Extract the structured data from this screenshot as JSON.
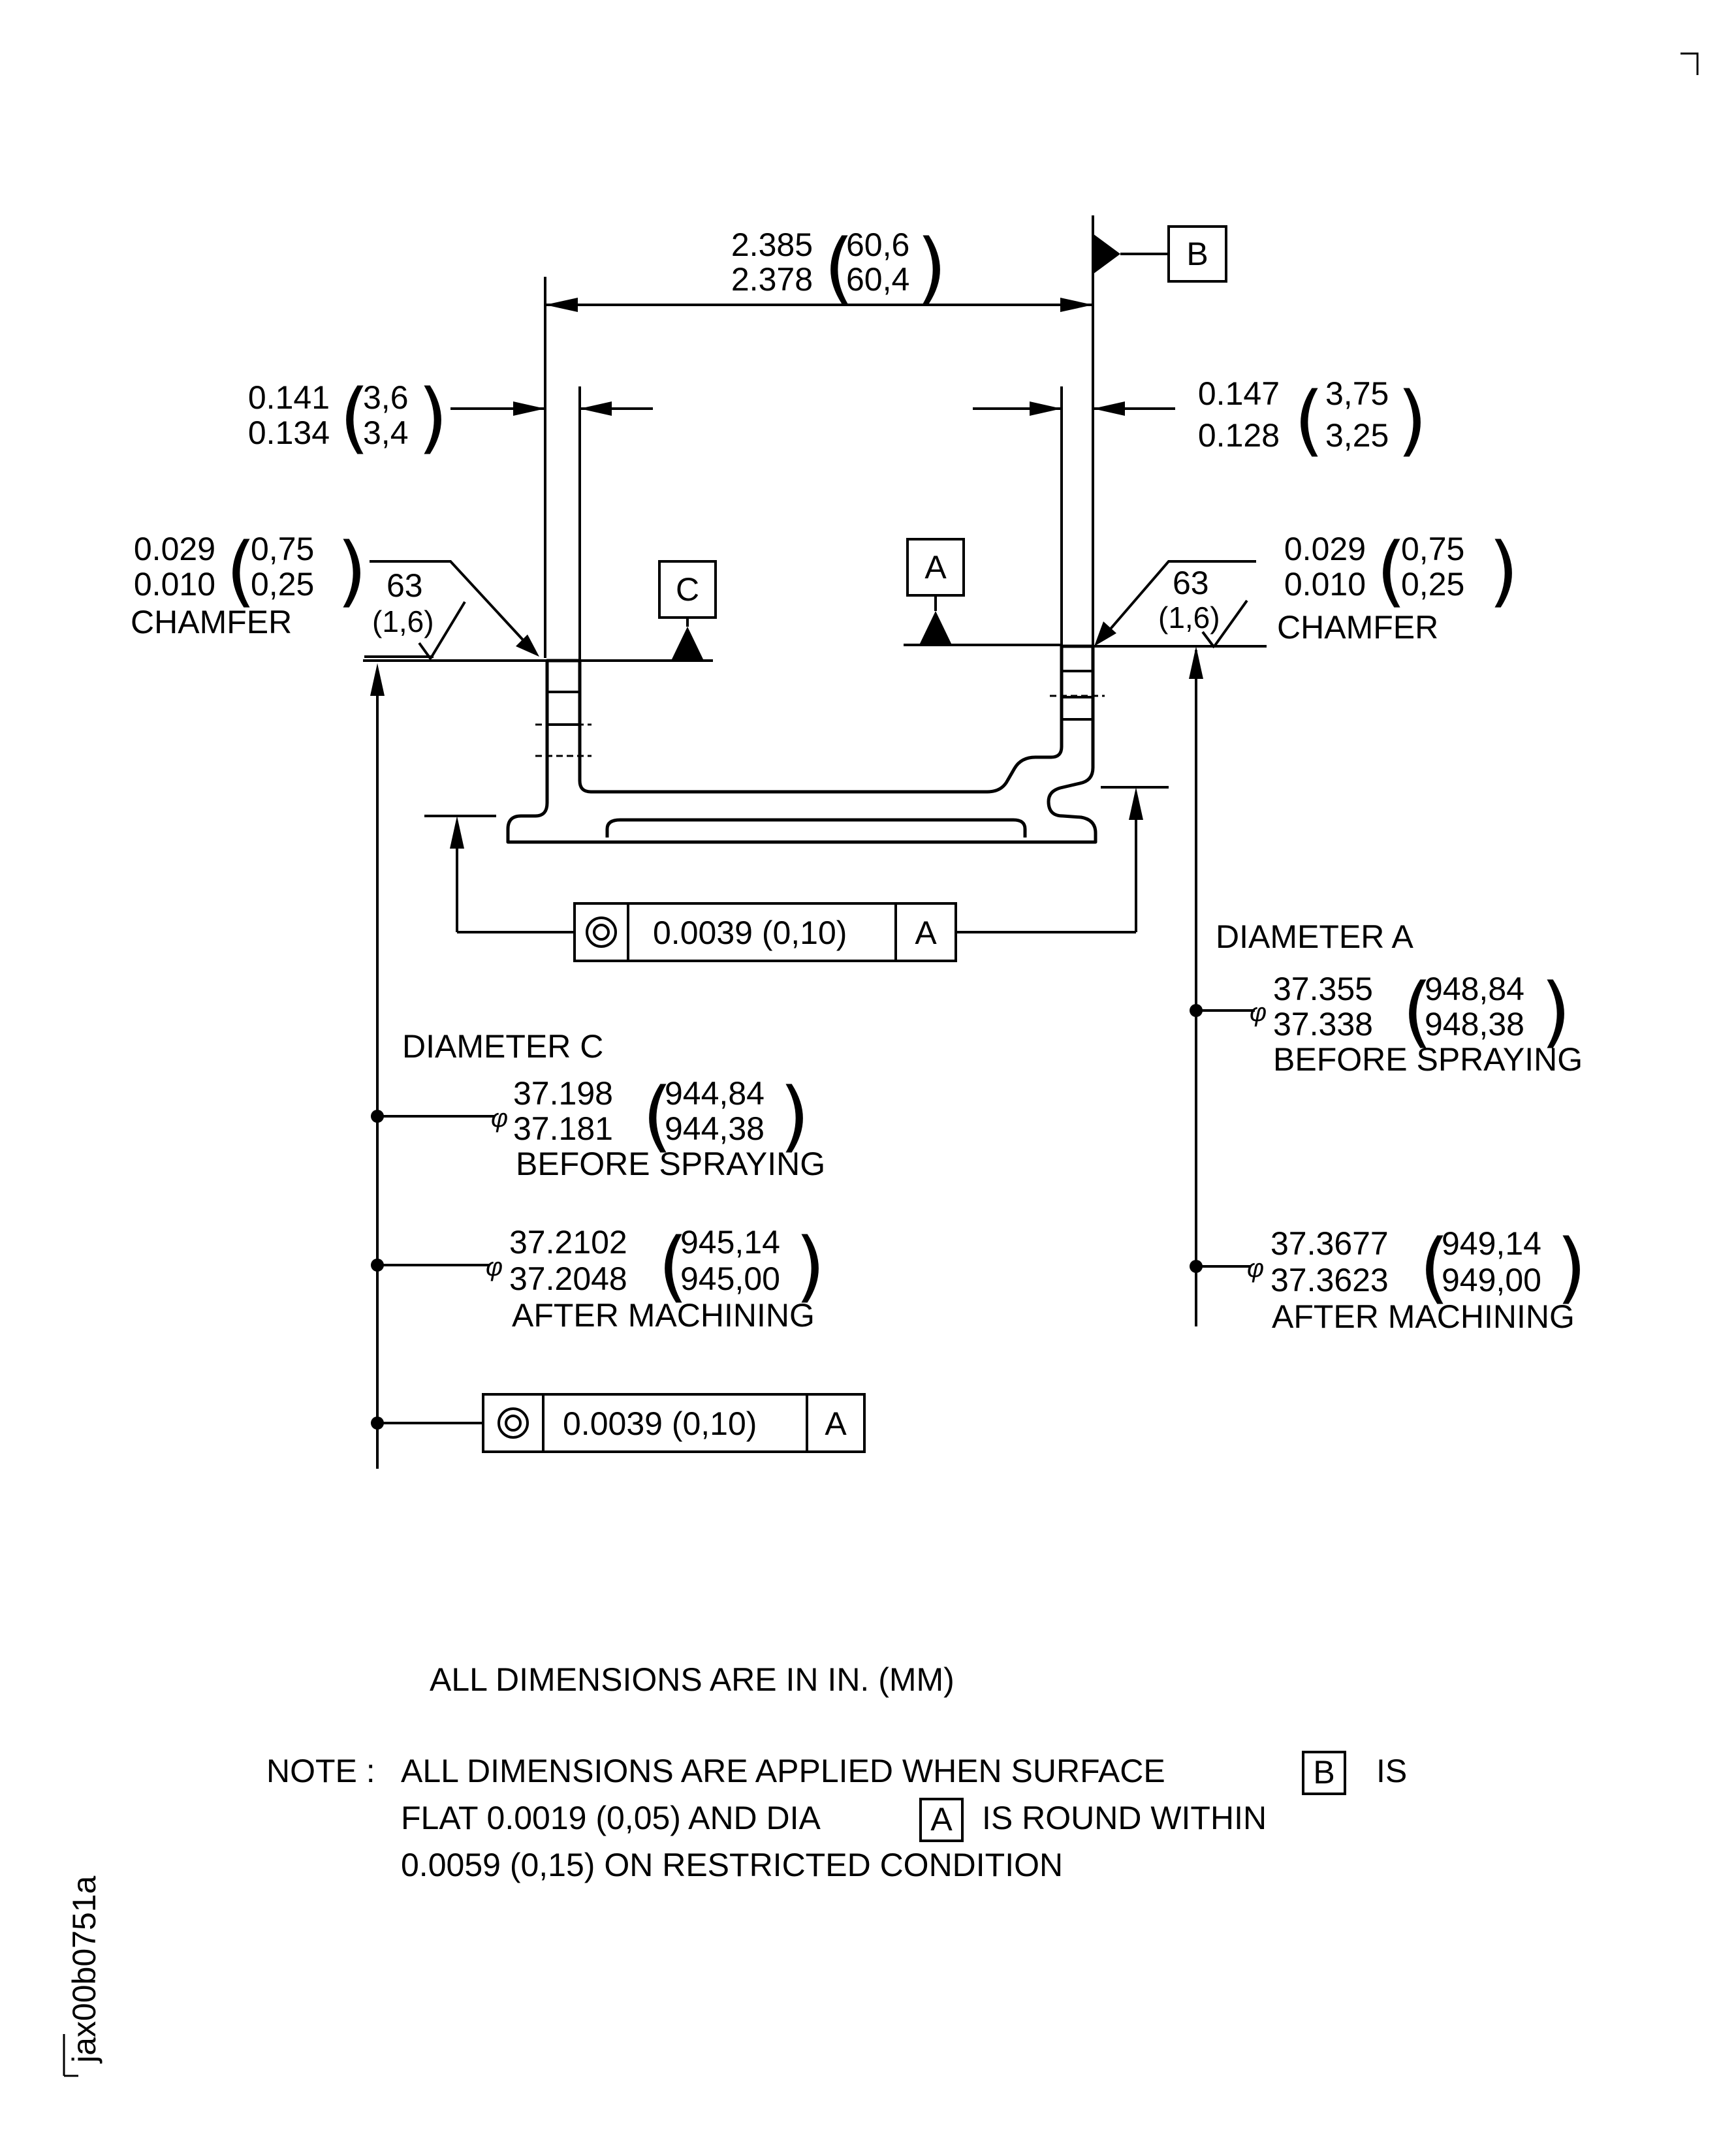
{
  "overall_width": {
    "max_in": "2.385",
    "min_in": "2.378",
    "max_mm": "60,6",
    "min_mm": "60,4"
  },
  "left_wall": {
    "max_in": "0.141",
    "min_in": "0.134",
    "max_mm": "3,6",
    "min_mm": "3,4"
  },
  "right_wall": {
    "max_in": "0.147",
    "min_in": "0.128",
    "max_mm": "3,75",
    "min_mm": "3,25"
  },
  "left_chamfer": {
    "max_in": "0.029",
    "min_in": "0.010",
    "max_mm": "0,75",
    "min_mm": "0,25",
    "label": "CHAMFER"
  },
  "right_chamfer": {
    "max_in": "0.029",
    "min_in": "0.010",
    "max_mm": "0,75",
    "min_mm": "0,25",
    "label": "CHAMFER"
  },
  "surface_finish": {
    "value": "63",
    "mm": "(1,6)"
  },
  "datums": {
    "a": "A",
    "b": "B",
    "c": "C"
  },
  "fcf_concentricity": {
    "symbol": "◎",
    "tolerance": "0.0039 (0,10)",
    "datum": "A"
  },
  "diameter_c": {
    "title": "DIAMETER C",
    "phi": "φ",
    "before": {
      "max_in": "37.198",
      "min_in": "37.181",
      "max_mm": "944,84",
      "min_mm": "944,38",
      "label": "BEFORE SPRAYING"
    },
    "after": {
      "max_in": "37.2102",
      "min_in": "37.2048",
      "max_mm": "945,14",
      "min_mm": "945,00",
      "label": "AFTER MACHINING"
    }
  },
  "diameter_a": {
    "title": "DIAMETER A",
    "phi": "φ",
    "before": {
      "max_in": "37.355",
      "min_in": "37.338",
      "max_mm": "948,84",
      "min_mm": "948,38",
      "label": "BEFORE SPRAYING"
    },
    "after": {
      "max_in": "37.3677",
      "min_in": "37.3623",
      "max_mm": "949,14",
      "min_mm": "949,00",
      "label": "AFTER MACHINING"
    }
  },
  "units_note": "ALL DIMENSIONS ARE IN IN. (MM)",
  "note": {
    "prefix": "NOTE :",
    "l1_a": "ALL DIMENSIONS ARE APPLIED WHEN SURFACE",
    "l1_box": "B",
    "l1_b": "IS",
    "l2_a": "FLAT 0.0019 (0,05) AND DIA",
    "l2_box": "A",
    "l2_b": "IS ROUND WITHIN",
    "l3": "0.0059 (0,15) ON RESTRICTED CONDITION"
  },
  "figure_id": "jax00b0751a"
}
